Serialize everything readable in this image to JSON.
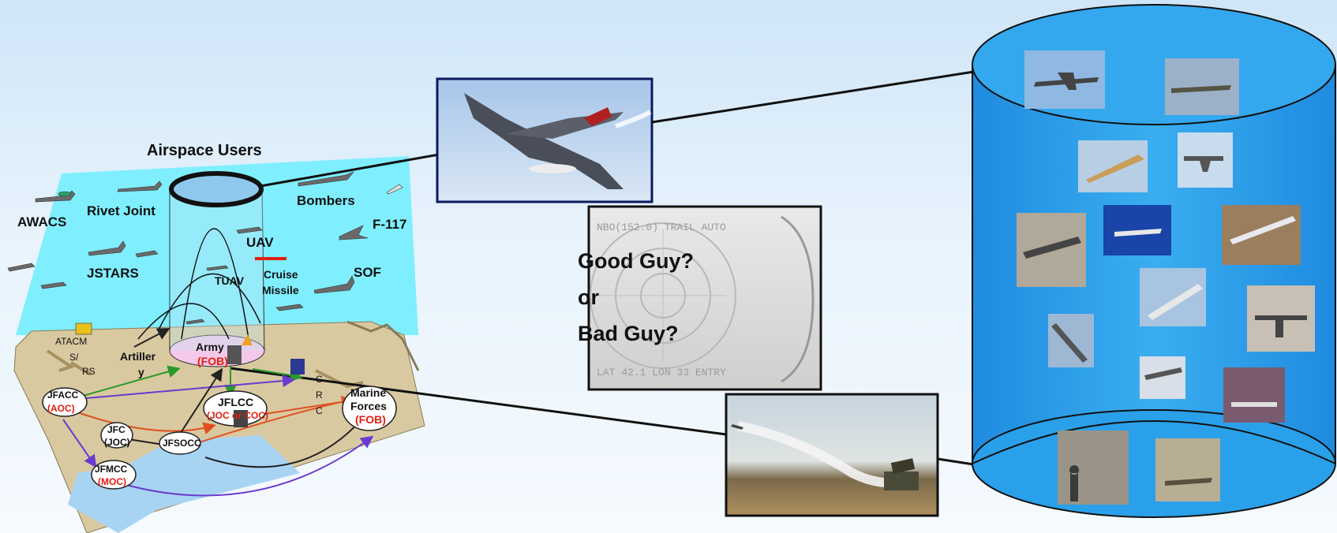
{
  "diagram": {
    "title": "Airspace Users",
    "air_labels": {
      "awacs": "AWACS",
      "rivet_joint": "Rivet Joint",
      "bombers": "Bombers",
      "f117": "F-117",
      "uav": "UAV",
      "jstars": "JSTARS",
      "tuav": "TUAV",
      "cruise": "Cruise",
      "missile": "Missile",
      "sof": "SOF"
    },
    "ground_labels": {
      "atacms_1": "ATACM",
      "atacms_2": "S/",
      "atacms_3": "RS",
      "artillery_1": "Artiller",
      "artillery_2": "y",
      "army": "Army",
      "army_fob": "(FOB)",
      "jfacc": "JFACC",
      "jfacc_aoc": "(AOC)",
      "jflcc": "JFLCC",
      "jflcc_sub": "(JOC or COC)",
      "jfc": "JFC",
      "jfc_sub": "(JOC)",
      "jfsocc": "JFSOCC",
      "jfmcc": "JFMCC",
      "jfmcc_sub": "(MOC)",
      "marine_1": "Marine",
      "marine_2": "Forces",
      "marine_fob": "(FOB)",
      "crc_c": "C",
      "crc_r": "R",
      "crc_c2": "C"
    }
  },
  "question": {
    "line1": "Good Guy?",
    "line2": "or",
    "line3": "Bad Guy?"
  },
  "radar": {
    "top_text": "NBO(152.0) TRAIL AUTO",
    "bottom_text": "LAT 42.1 LON 33 ENTRY"
  },
  "colors": {
    "sky": "#7fefff",
    "ground": "#d9c9a0",
    "water": "#a8d4f4",
    "cylinder": "#2a9de6",
    "photo_border": "#0b1a5e"
  }
}
